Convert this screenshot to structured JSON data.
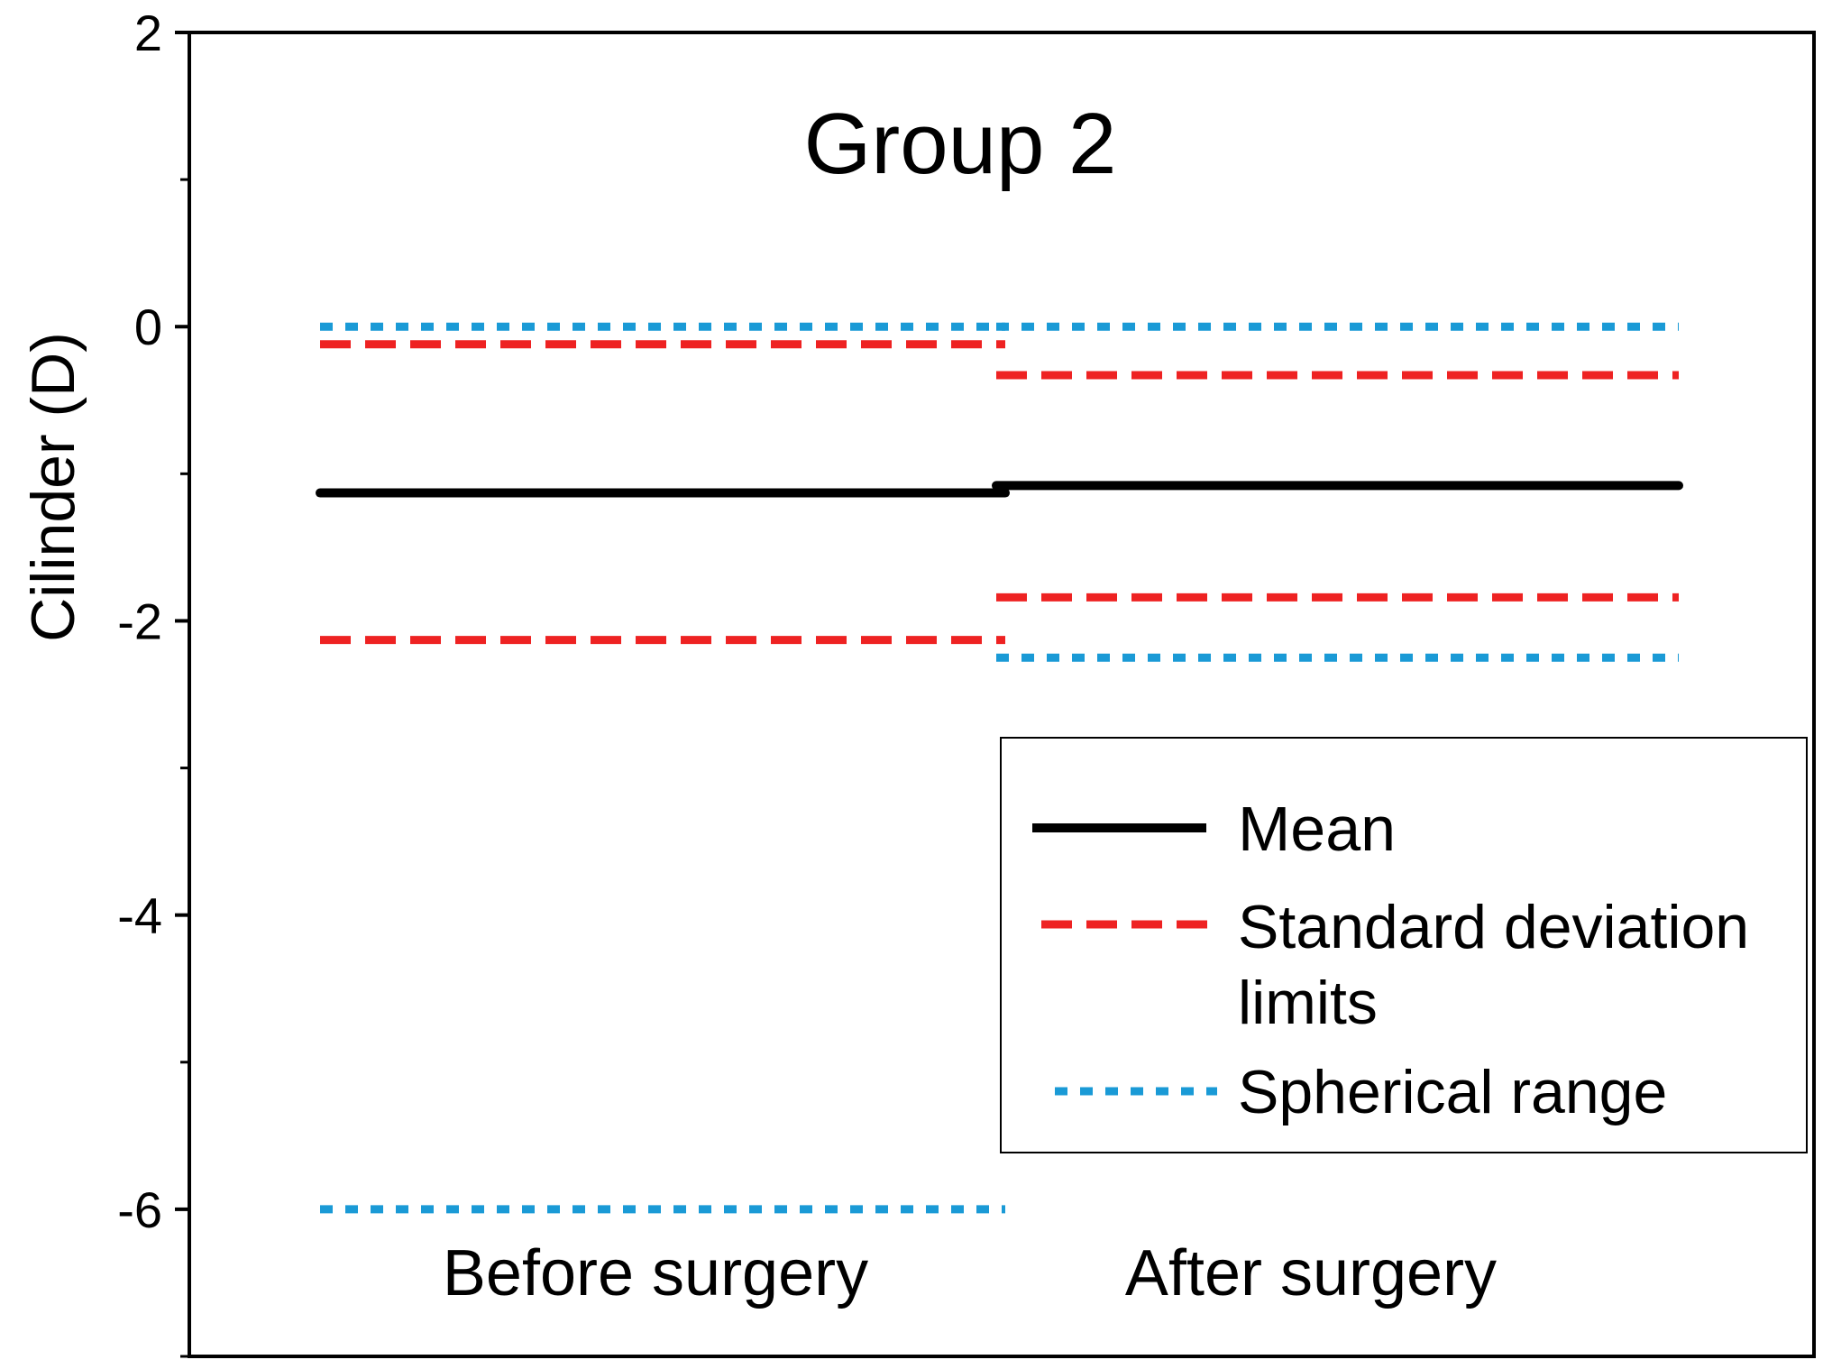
{
  "chart_data": {
    "type": "line",
    "title": "Group 2",
    "ylabel": "Cilinder (D)",
    "xlabel": "",
    "ylim": [
      -7.0,
      2.0
    ],
    "yticks_major": [
      -6,
      -4,
      -2,
      0,
      2
    ],
    "yticks_minor": [
      -7,
      -5,
      -3,
      -1,
      1
    ],
    "yticklabels": [
      "-6",
      "-4",
      "-2",
      "0",
      "2"
    ],
    "categories": [
      "Before surgery",
      "After surgery"
    ],
    "grid": false,
    "legend_position": "right",
    "series": [
      {
        "name": "Mean",
        "style": "solid",
        "color": "#000000",
        "segments": [
          {
            "category": "Before surgery",
            "values": [
              -1.13
            ]
          },
          {
            "category": "After surgery",
            "values": [
              -1.08
            ]
          }
        ]
      },
      {
        "name": "Standard deviation limits",
        "style": "dashed",
        "color": "#ee2222",
        "segments": [
          {
            "category": "Before surgery",
            "values": [
              -0.12,
              -2.13
            ]
          },
          {
            "category": "After surgery",
            "values": [
              -0.33,
              -1.84
            ]
          }
        ]
      },
      {
        "name": "Spherical range",
        "style": "dotted",
        "color": "#1a9ad6",
        "segments": [
          {
            "category": "Before surgery",
            "values": [
              0.0,
              -6.0
            ]
          },
          {
            "category": "After surgery",
            "values": [
              0.0,
              -2.25
            ]
          }
        ]
      }
    ],
    "legend": {
      "entries": [
        {
          "label_lines": [
            "Mean"
          ],
          "series": "Mean"
        },
        {
          "label_lines": [
            "Standard deviation",
            "limits"
          ],
          "series": "Standard deviation limits"
        },
        {
          "label_lines": [
            "Spherical range"
          ],
          "series": "Spherical range"
        }
      ]
    }
  }
}
